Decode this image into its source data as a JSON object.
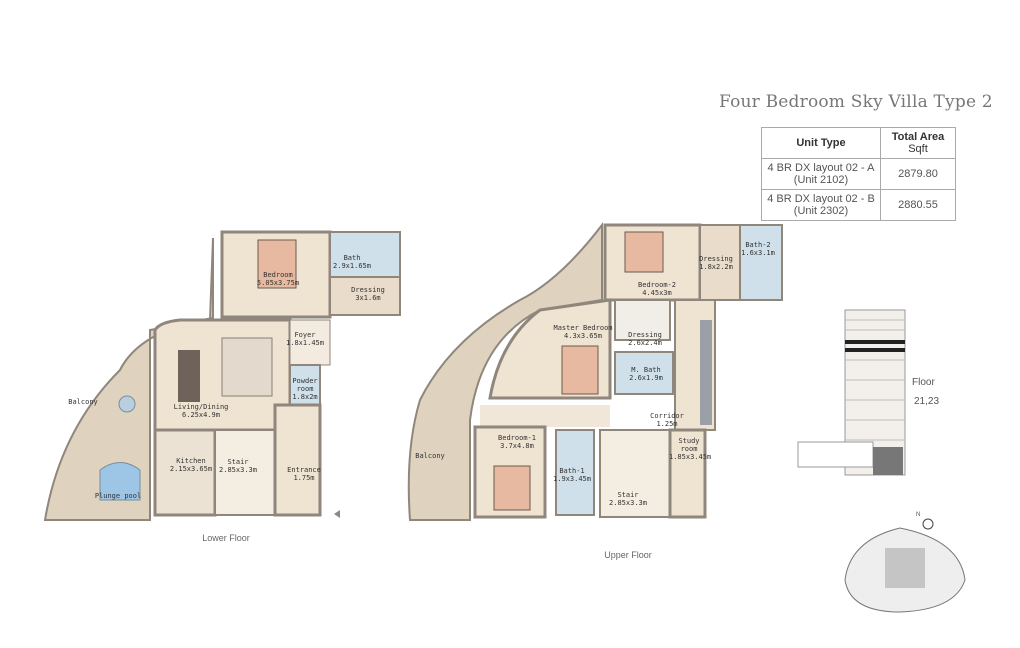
{
  "header": {
    "title": "Four Bedroom Sky Villa Type 2"
  },
  "area_table": {
    "headers": {
      "unit_type": "Unit Type",
      "total_area": "Total Area",
      "unit": "Sqft"
    },
    "rows": [
      {
        "type": "4 BR DX layout 02 - A",
        "unit": "(Unit 2102)",
        "area": "2879.80"
      },
      {
        "type": "4 BR DX layout 02 - B",
        "unit": "(Unit 2302)",
        "area": "2880.55"
      }
    ]
  },
  "lower_floor": {
    "caption": "Lower Floor",
    "rooms": [
      {
        "name": "Bedroom",
        "size": "5.05x3.75m"
      },
      {
        "name": "Bath",
        "size": "2.9x1.65m"
      },
      {
        "name": "Dressing",
        "size": "3x1.6m"
      },
      {
        "name": "Foyer",
        "size": "1.8x1.45m"
      },
      {
        "name": "Powder room",
        "size": "1.8x2m"
      },
      {
        "name": "Living/Dining",
        "size": "6.25x4.9m"
      },
      {
        "name": "Kitchen",
        "size": "2.15x3.65m"
      },
      {
        "name": "Stair",
        "size": "2.85x3.3m"
      },
      {
        "name": "Entrance",
        "size": "1.75m"
      },
      {
        "name": "Balcony",
        "size": ""
      },
      {
        "name": "Plunge pool",
        "size": ""
      }
    ]
  },
  "upper_floor": {
    "caption": "Upper Floor",
    "rooms": [
      {
        "name": "Bedroom-2",
        "size": "4.45x3m"
      },
      {
        "name": "Dressing",
        "size": "1.8x2.2m"
      },
      {
        "name": "Bath-2",
        "size": "1.6x3.1m"
      },
      {
        "name": "Master Bedroom",
        "size": "4.3x3.65m"
      },
      {
        "name": "Dressing",
        "size": "2.6x2.4m"
      },
      {
        "name": "M. Bath",
        "size": "2.6x1.9m"
      },
      {
        "name": "Corridor",
        "size": "1.25m"
      },
      {
        "name": "Bedroom-1",
        "size": "3.7x4.8m"
      },
      {
        "name": "Bath-1",
        "size": "1.9x3.45m"
      },
      {
        "name": "Stair",
        "size": "2.85x3.3m"
      },
      {
        "name": "Study room",
        "size": "1.85x3.45m"
      },
      {
        "name": "Balcony",
        "size": ""
      }
    ]
  },
  "key_plan": {
    "floor_label": "Floor",
    "floors": "21,23",
    "north": "N"
  },
  "colors": {
    "floor": "#efe3d2",
    "wall": "#8f867c",
    "balcony": "#dfd2bf",
    "wet": "#cfe0ea",
    "bed": "#e6b9a0"
  }
}
